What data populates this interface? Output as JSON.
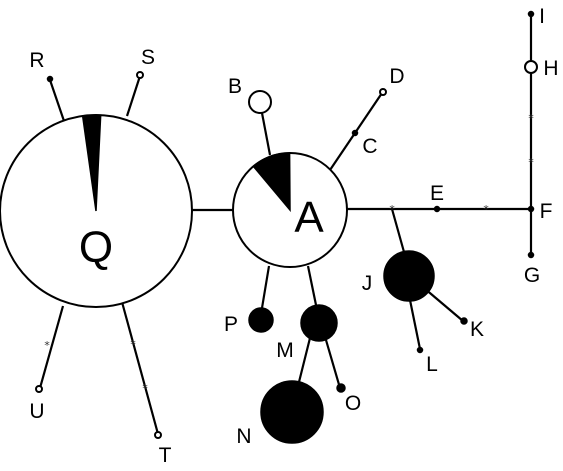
{
  "labels": {
    "Q": "Q",
    "A": "A",
    "R": "R",
    "S": "S",
    "B": "B",
    "C": "C",
    "D": "D",
    "E": "E",
    "F": "F",
    "G": "G",
    "H": "H",
    "I": "I",
    "J": "J",
    "K": "K",
    "L": "L",
    "M": "M",
    "N": "N",
    "O": "O",
    "P": "P",
    "T": "T",
    "U": "U"
  },
  "mutation_mark": "*",
  "colors": {
    "ink": "#000000",
    "background": "#ffffff"
  },
  "pie_fractions": {
    "Q": 0.03,
    "A": 0.11
  }
}
